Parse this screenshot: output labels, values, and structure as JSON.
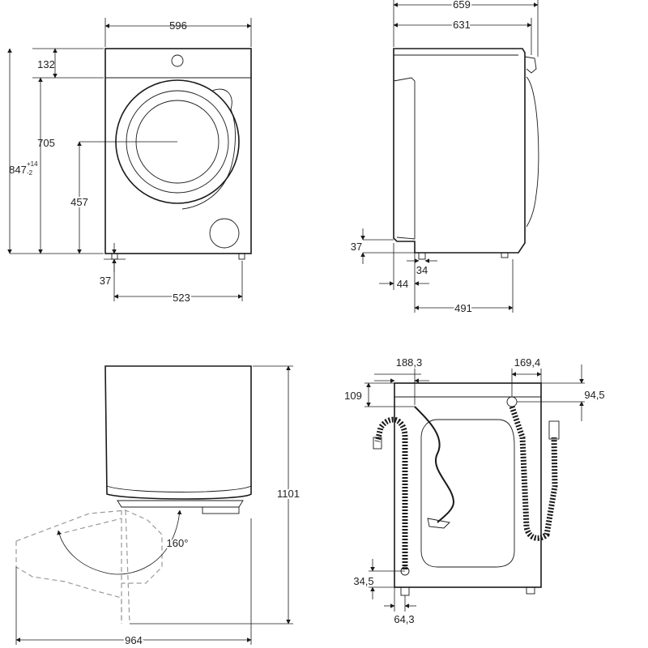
{
  "front_view": {
    "width": "596",
    "top_panel": "132",
    "height_main": "847",
    "height_tol_upper": "+14",
    "height_tol_lower": "-2",
    "door_top": "705",
    "door_center": "457",
    "foot_height": "37",
    "foot_spacing": "523"
  },
  "side_view": {
    "total_depth": "659",
    "body_depth": "631",
    "foot_height": "37",
    "foot_inset": "34",
    "front_offset": "44",
    "foot_depth": "491"
  },
  "door_view": {
    "height_open": "1101",
    "opening_angle": "160°",
    "total_width_open": "964"
  },
  "rear_view": {
    "drain_x": "188,3",
    "inlet_x": "169,4",
    "drain_top": "109",
    "inlet_top": "94,5",
    "bottom_clear": "34,5",
    "foot_x": "64,3"
  },
  "icons": {
    "front": "washing-machine-front-view",
    "side": "washing-machine-side-view",
    "door": "washing-machine-door-open-view",
    "rear": "washing-machine-rear-view"
  }
}
